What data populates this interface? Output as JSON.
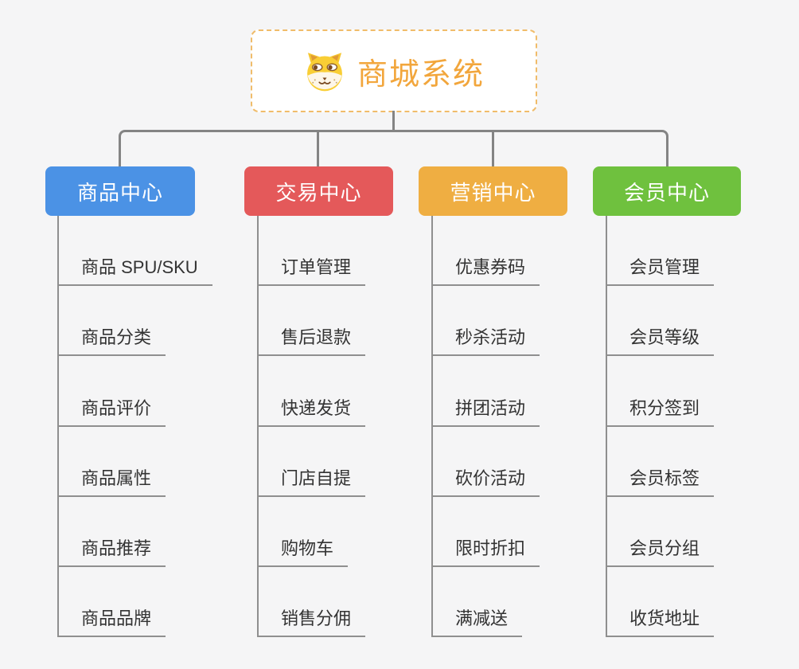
{
  "root": {
    "title": "商城系统",
    "icon": "dog-face-icon"
  },
  "branches": [
    {
      "label": "商品中心",
      "color": "#4B92E5",
      "children": [
        "商品 SPU/SKU",
        "商品分类",
        "商品评价",
        "商品属性",
        "商品推荐",
        "商品品牌"
      ]
    },
    {
      "label": "交易中心",
      "color": "#E4595A",
      "children": [
        "订单管理",
        "售后退款",
        "快递发货",
        "门店自提",
        "购物车",
        "销售分佣"
      ]
    },
    {
      "label": "营销中心",
      "color": "#EFAE42",
      "children": [
        "优惠券码",
        "秒杀活动",
        "拼团活动",
        "砍价活动",
        "限时折扣",
        "满减送"
      ]
    },
    {
      "label": "会员中心",
      "color": "#6FC13E",
      "children": [
        "会员管理",
        "会员等级",
        "积分签到",
        "会员标签",
        "会员分组",
        "收货地址"
      ]
    }
  ],
  "colors": {
    "background": "#F5F5F6",
    "root_background": "#FFFFFF",
    "root_border": "#F0BC6A",
    "root_text": "#F2A63C",
    "connector": "#848484",
    "child_line": "#8F8F8F",
    "child_text": "#333333"
  }
}
